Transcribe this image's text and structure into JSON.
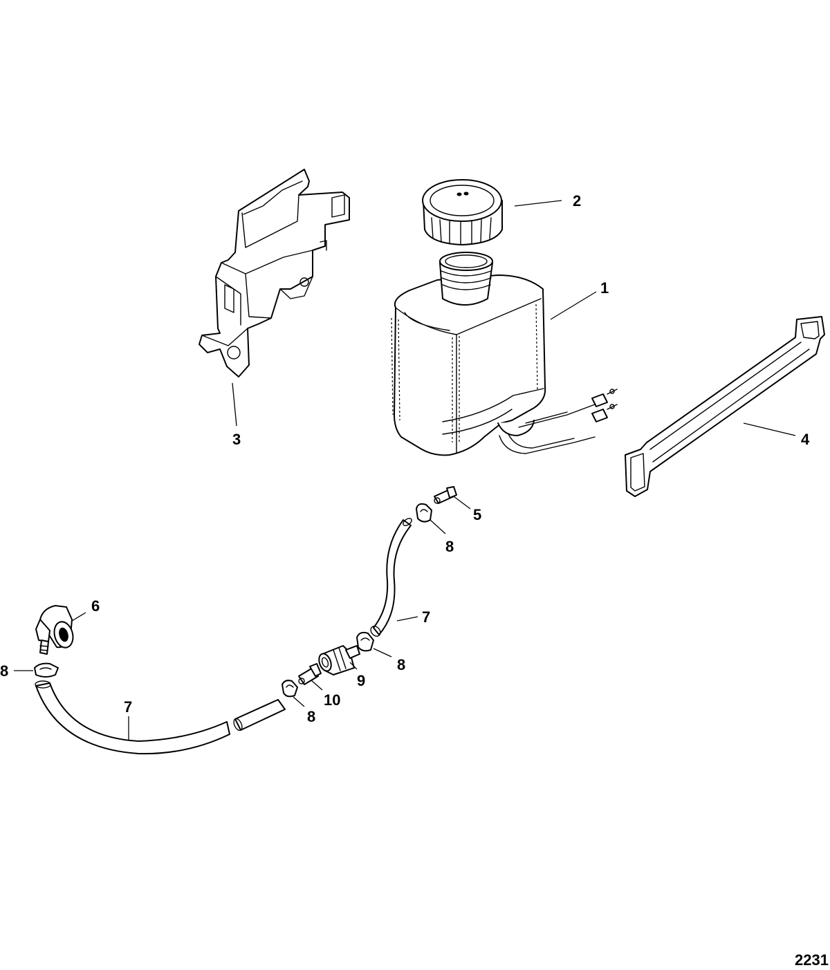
{
  "diagram": {
    "reference_number": "2231",
    "callouts": {
      "tank": "1",
      "cap": "2",
      "bracket": "3",
      "strap": "4",
      "fitting_top": "5",
      "elbow_fitting": "6",
      "hose_upper": "7",
      "hose_lower": "7",
      "clamp_top": "8",
      "clamp_middle": "8",
      "clamp_lower": "8",
      "clamp_left": "8",
      "connector": "9",
      "fitting_bottom": "10"
    }
  }
}
